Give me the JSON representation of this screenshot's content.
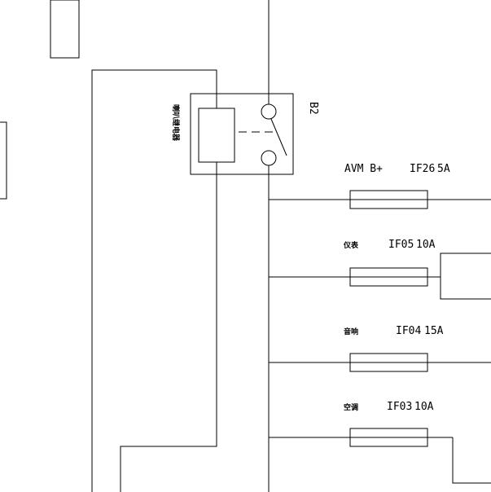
{
  "relay": {
    "name": "喇叭继电器",
    "ref": "B2"
  },
  "fuses": [
    {
      "circuit": "AVM B+",
      "id": "IF26",
      "rating": "5A"
    },
    {
      "circuit": "仪表",
      "id": "IF05",
      "rating": "10A"
    },
    {
      "circuit": "音响",
      "id": "IF04",
      "rating": "15A"
    },
    {
      "circuit": "空调",
      "id": "IF03",
      "rating": "10A"
    }
  ]
}
